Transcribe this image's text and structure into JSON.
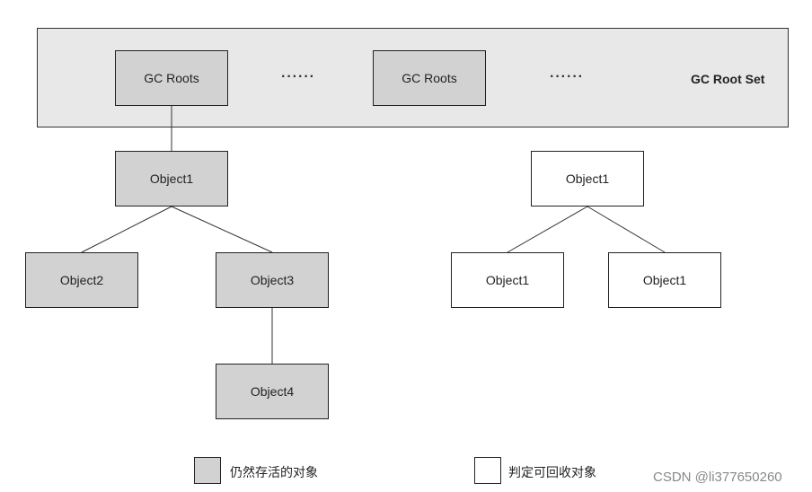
{
  "root_set": {
    "label": "GC Root Set",
    "roots": [
      "GC Roots",
      "GC Roots"
    ],
    "ellipsis": [
      "······",
      "······"
    ]
  },
  "reachable": {
    "object1": "Object1",
    "object2": "Object2",
    "object3": "Object3",
    "object4": "Object4"
  },
  "unreachable": {
    "parent": "Object1",
    "left_child": "Object1",
    "right_child": "Object1"
  },
  "legend": {
    "alive_label": "仍然存活的对象",
    "collectable_label": "判定可回收对象"
  },
  "colors": {
    "alive_fill": "#d2d2d2",
    "collectable_fill": "#ffffff",
    "root_set_fill": "#e8e8e8"
  },
  "watermark": "CSDN @li377650260"
}
